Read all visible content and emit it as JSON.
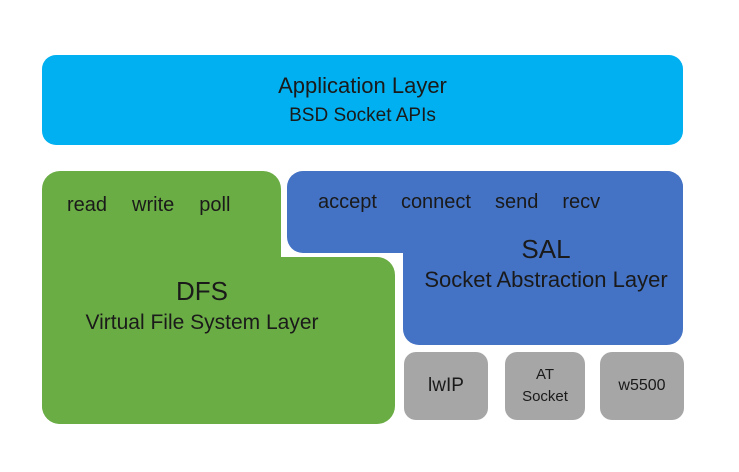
{
  "diagram": {
    "application_layer": {
      "title": "Application Layer",
      "subtitle": "BSD Socket APIs"
    },
    "dfs_layer": {
      "apis": [
        "read",
        "write",
        "poll"
      ],
      "acronym": "DFS",
      "name": "Virtual File System Layer"
    },
    "sal_layer": {
      "apis": [
        "accept",
        "connect",
        "send",
        "recv"
      ],
      "acronym": "SAL",
      "name": "Socket Abstraction Layer"
    },
    "protocol_stacks": [
      {
        "lines": [
          "lwIP"
        ]
      },
      {
        "lines": [
          "AT",
          "Socket"
        ]
      },
      {
        "lines": [
          "w5500"
        ]
      }
    ]
  },
  "colors": {
    "application_layer": "#00B0F0",
    "dfs_layer": "#6BAD45",
    "sal_layer": "#4472C4",
    "protocol_stack": "#A6A6A6",
    "text": "#1A1A1A",
    "background": "#FFFFFF"
  }
}
